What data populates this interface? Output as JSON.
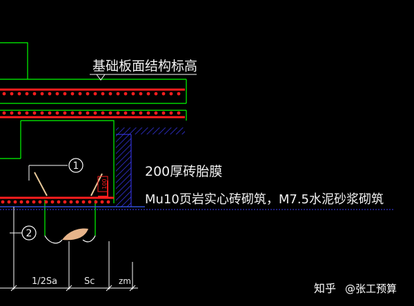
{
  "labels": {
    "elevation": "基础板面结构标高",
    "membrane": "200厚砖胎膜",
    "masonry": "Mu10页岩实心砖砌筑，M7.5水泥砂浆砌筑",
    "callout_1": "1",
    "callout_2": "2",
    "dim_left": "1/2Sa",
    "dim_mid": "Sc",
    "dim_right": "zm",
    "box_label": "100"
  },
  "watermark": {
    "brand": "知乎",
    "author": "@张工预算"
  },
  "colors": {
    "background": "#000000",
    "rebar": "#ff1e1e",
    "concrete_line": "#00ff00",
    "hatch": "#3b3bff",
    "leader": "#ffffff",
    "pile": "#e7b48a"
  }
}
